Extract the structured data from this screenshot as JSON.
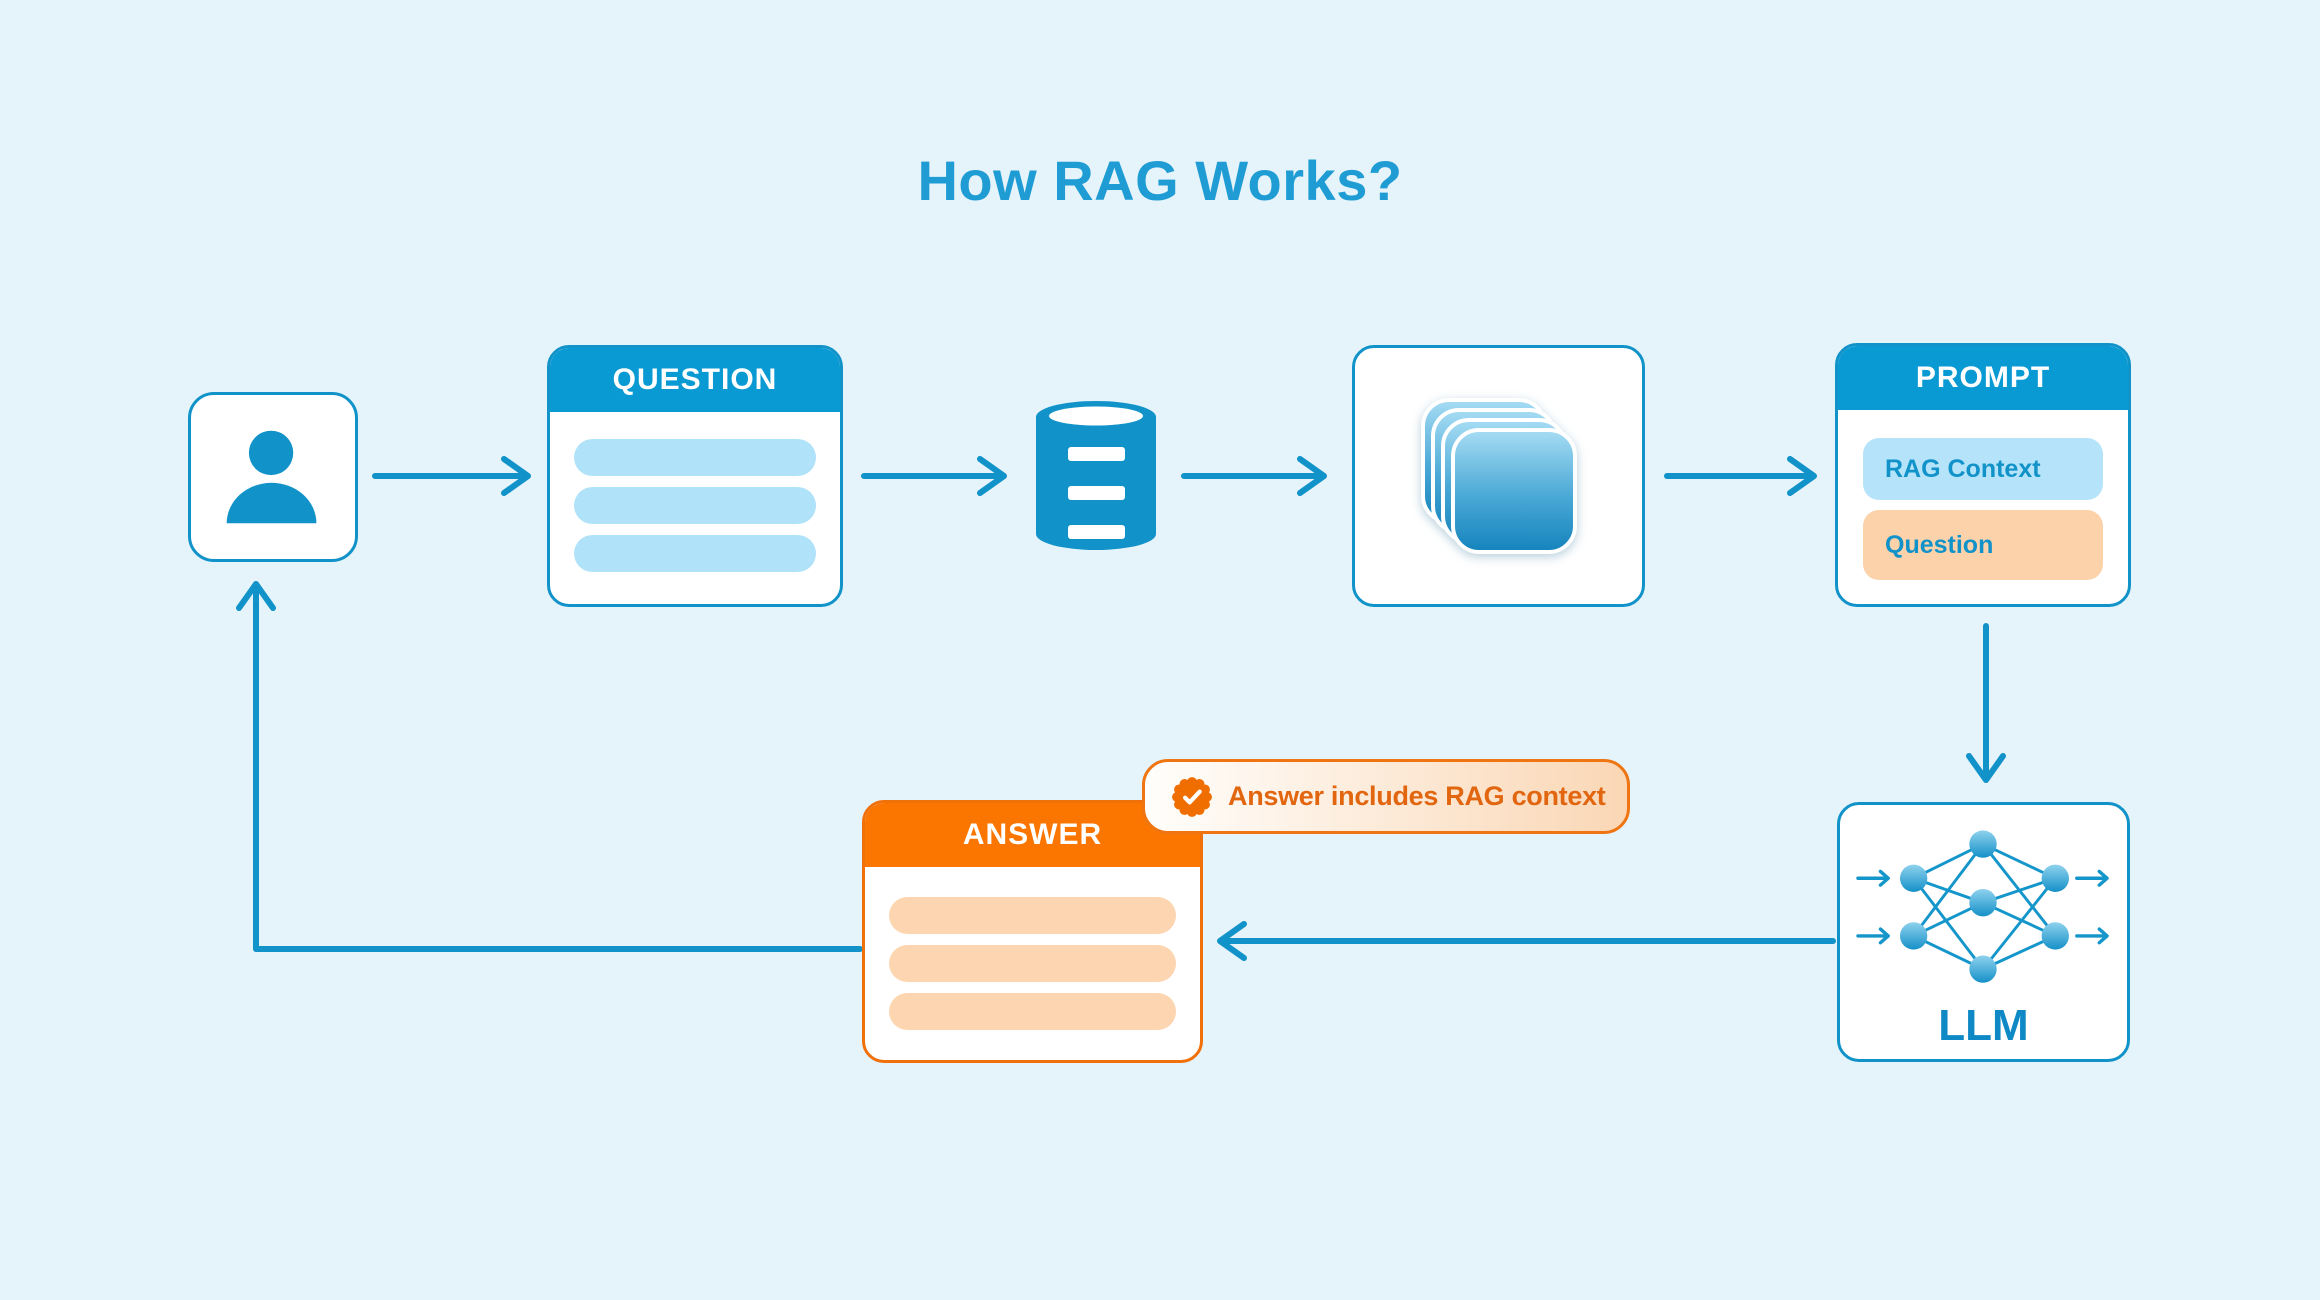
{
  "title": "How RAG Works?",
  "palette": {
    "background": "#E5F3FB",
    "primary_blue": "#1193C9",
    "header_blue": "#0A9AD3",
    "light_blue_pill": "#B0E3F9",
    "header_orange": "#FA7600",
    "border_orange": "#EE7511",
    "light_orange_pill": "#FDD5B0",
    "title_blue": "#1E9CD3",
    "badge_text_orange": "#E2650F"
  },
  "nodes": {
    "user": {
      "icon": "person-icon"
    },
    "question": {
      "label": "QUESTION",
      "placeholder_lines": 3
    },
    "database": {
      "icon": "database-icon"
    },
    "documents": {
      "icon": "document-stack-icon"
    },
    "prompt": {
      "label": "PROMPT",
      "items": [
        {
          "label": "RAG Context"
        },
        {
          "label": "Question"
        }
      ]
    },
    "llm": {
      "label": "LLM",
      "icon": "neural-network-icon"
    },
    "answer": {
      "label": "ANSWER",
      "placeholder_lines": 3
    }
  },
  "callout": {
    "icon": "verified-seal-icon",
    "label": "Answer includes RAG context"
  },
  "edges": [
    {
      "from": "user",
      "to": "question"
    },
    {
      "from": "question",
      "to": "database"
    },
    {
      "from": "database",
      "to": "documents"
    },
    {
      "from": "documents",
      "to": "prompt"
    },
    {
      "from": "prompt",
      "to": "llm"
    },
    {
      "from": "llm",
      "to": "answer"
    },
    {
      "from": "answer",
      "to": "user"
    }
  ]
}
